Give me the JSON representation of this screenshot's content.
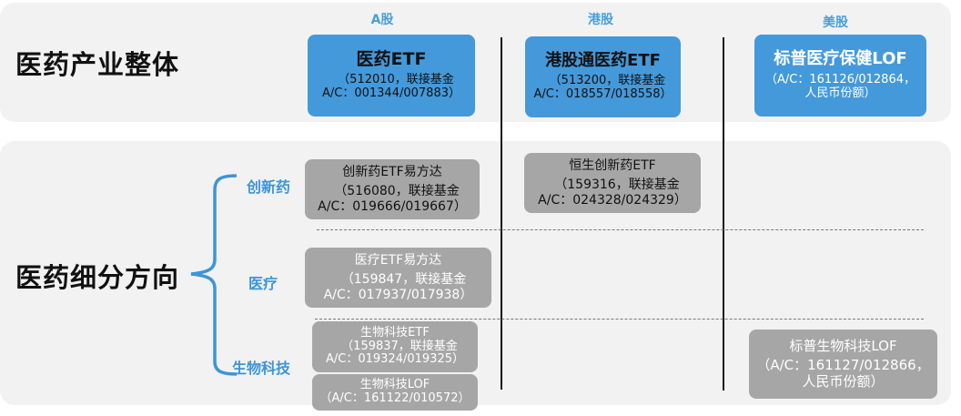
{
  "columns": [
    {
      "label": "A股"
    },
    {
      "label": "港股"
    },
    {
      "label": "美股"
    }
  ],
  "overall": {
    "title": "医药产业整体",
    "funds": [
      {
        "name": "医药ETF",
        "line1": "（512010，联接基金",
        "line2": "A/C：001344/007883）"
      },
      {
        "name": "港股通医药ETF",
        "line1": "（513200，联接基金",
        "line2": "A/C：018557/018558）"
      },
      {
        "name": "标普医疗保健LOF",
        "line1": "（A/C：161126/012864，",
        "line2": "人民币份额）"
      }
    ]
  },
  "segments": {
    "title": "医药细分方向",
    "categories": [
      {
        "label": "创新药"
      },
      {
        "label": "医疗"
      },
      {
        "label": "生物科技"
      }
    ],
    "funds": {
      "innovative_a": {
        "name": "创新药ETF易方达",
        "line1": "（516080，联接基金",
        "line2": "A/C：019666/019667）"
      },
      "innovative_hk": {
        "name": "恒生创新药ETF",
        "line1": "（159316，联接基金",
        "line2": "A/C：024328/024329）"
      },
      "medical_a": {
        "name": "医疗ETF易方达",
        "line1": "（159847，联接基金",
        "line2": "A/C：017937/017938）"
      },
      "biotech_a_etf": {
        "name": "生物科技ETF",
        "line1": "（159837，联接基金",
        "line2": "A/C：019324/019325）"
      },
      "biotech_a_lof": {
        "name": "生物科技LOF",
        "line1": "（A/C：161122/010572）"
      },
      "biotech_us": {
        "name": "标普生物科技LOF",
        "line1": "（A/C：161127/012866，",
        "line2": "人民币份额）"
      }
    }
  },
  "colors": {
    "header_blue": "#4a9fdc",
    "box_blue": "#4499db",
    "box_gray": "#a6a6a6",
    "panel_bg": "#f2f2f2"
  }
}
